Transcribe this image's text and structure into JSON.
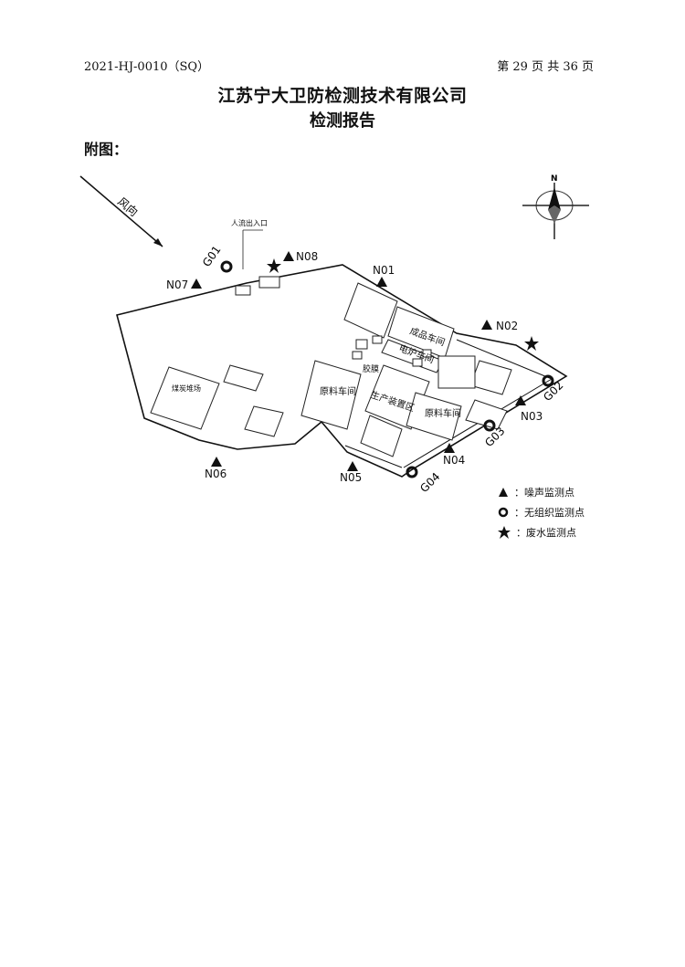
{
  "header": {
    "report_no": "2021-HJ-0010（SQ）",
    "page_info": "第 29 页 共 36 页"
  },
  "title": {
    "company": "江苏宁大卫防检测技术有限公司",
    "report": "检测报告"
  },
  "figure": {
    "label": "附图：",
    "wind": "风向",
    "north": "N",
    "points": {
      "N01": "N01",
      "N02": "N02",
      "N03": "N03",
      "N04": "N04",
      "N05": "N05",
      "N06": "N06",
      "N07": "N07",
      "N08": "N08",
      "G01": "G01",
      "G02": "G02",
      "G03": "G03",
      "G04": "G04"
    },
    "buildings": {
      "chengpin": "成品车间",
      "dianlu": "电炉车间",
      "yuanliao1": "原料车间",
      "yuanliao2": "原料车间",
      "shengchan": "生产装置区",
      "entrance": "人流出入口",
      "jiaosu": "胶膜",
      "meitan": "煤炭堆场"
    }
  },
  "legend": {
    "noise": "：噪声监测点",
    "fugitive": "：无组织监测点",
    "wastewater": "：废水监测点"
  }
}
